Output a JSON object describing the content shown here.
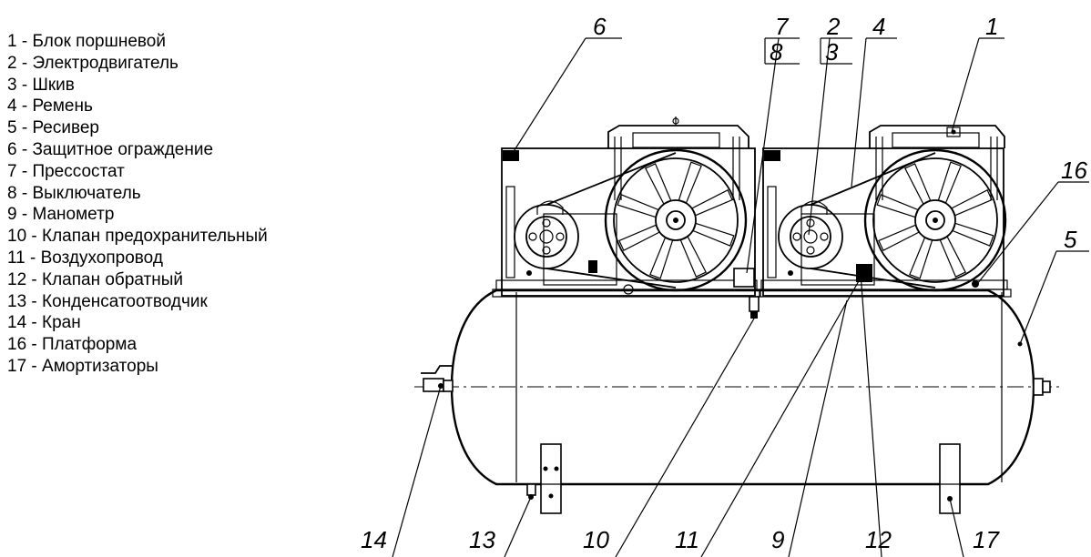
{
  "legend": [
    "1 - Блок поршневой",
    "2 - Электродвигатель",
    "3 - Шкив",
    "4 - Ремень",
    "5 - Ресивер",
    "6 - Защитное ограждение",
    "7 - Прессостат",
    "8 - Выключатель",
    "9 - Манометр",
    "10 - Клапан предохранительный",
    "11 - Воздухопровод",
    "12 - Клапан обратный",
    "13 - Конденсатоотводчик",
    "14 - Кран",
    "16 - Платформа",
    "17 - Амортизаторы"
  ],
  "callouts": {
    "n1": "1",
    "n2": "2",
    "n3": "3",
    "n4": "4",
    "n5": "5",
    "n6": "6",
    "n7": "7",
    "n8": "8",
    "n9": "9",
    "n10": "10",
    "n11": "11",
    "n12": "12",
    "n13": "13",
    "n14": "14",
    "n16": "16",
    "n17": "17"
  }
}
